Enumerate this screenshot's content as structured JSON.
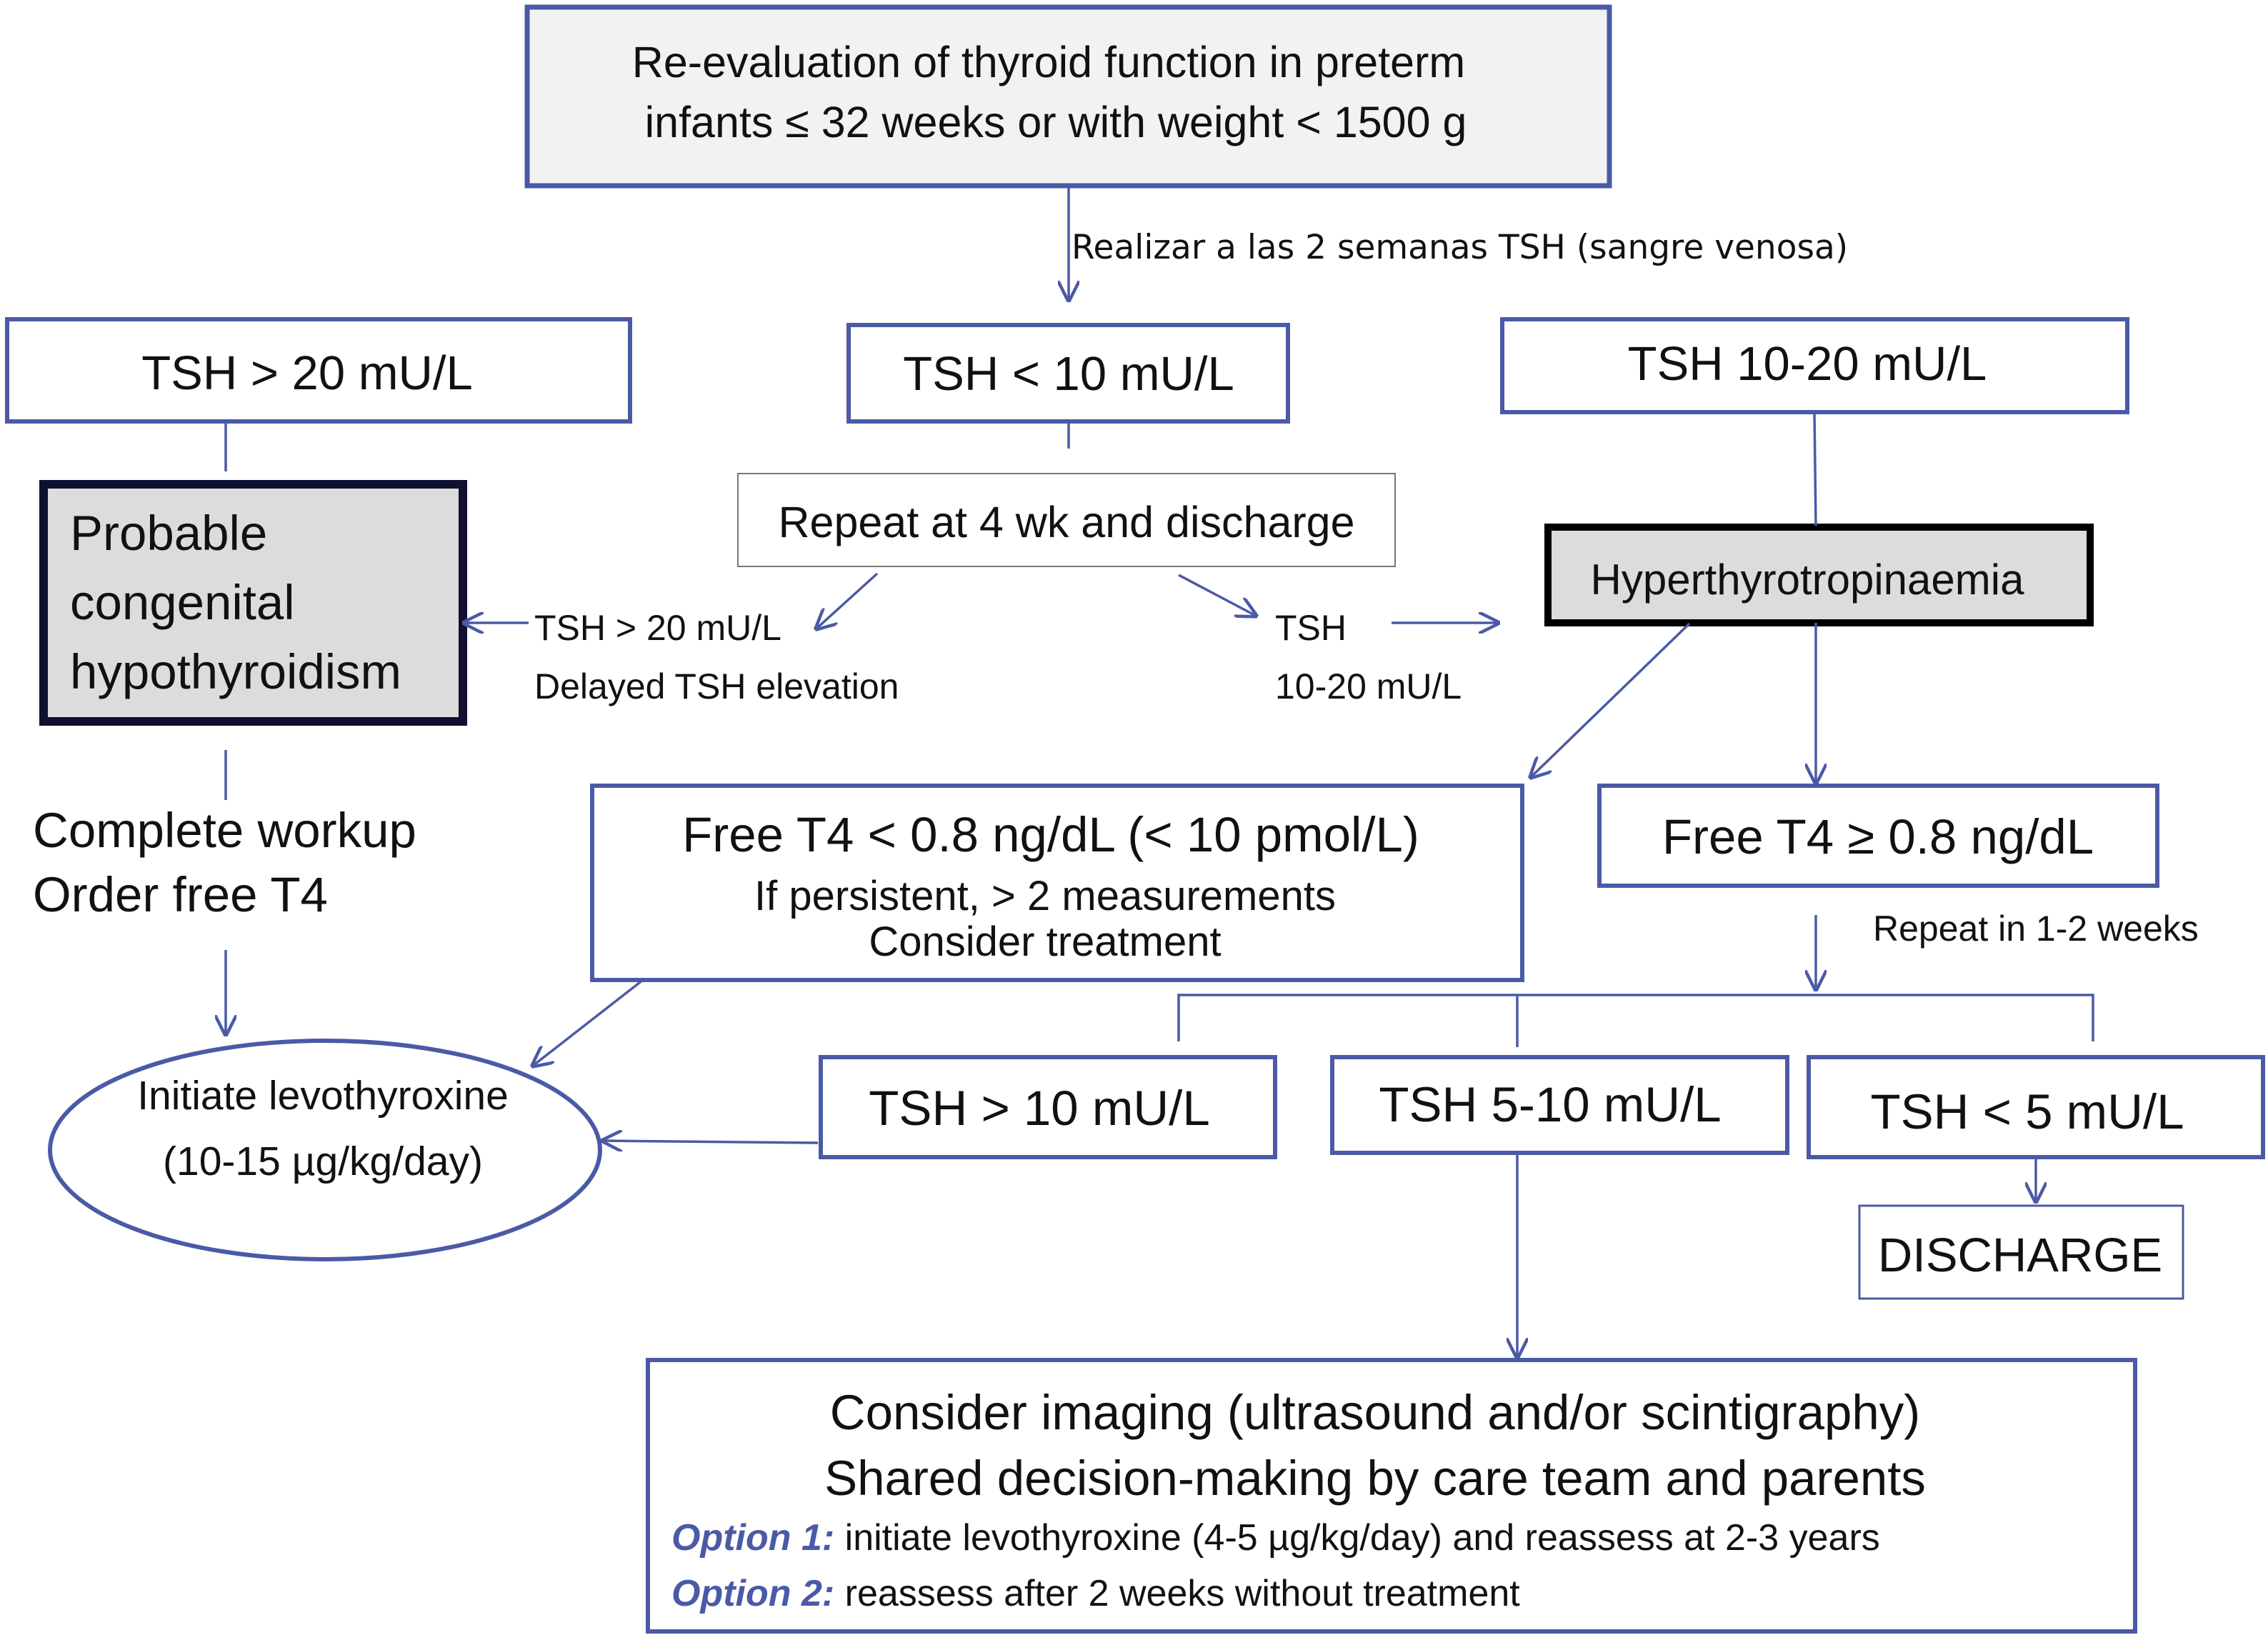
{
  "colors": {
    "line": "#4b5aa6",
    "box_border": "#4b5aa6",
    "dark_border": "#101030",
    "black_border": "#000000",
    "gray_fill": "#dcdcdc",
    "top_fill": "#f2f2f2",
    "option_text": "#4b5aa6"
  },
  "nodes": {
    "top": {
      "line1": "Re-evaluation of thyroid function in preterm",
      "line2": "infants ≤ 32 weeks or with weight < 1500 g"
    },
    "top_arrow_label": "Realizar  a las 2 semanas TSH  (sangre venosa)",
    "tsh_gt20": "TSH > 20 mU/L",
    "tsh_lt10": "TSH < 10 mU/L",
    "tsh_10_20": "TSH 10-20 mU/L",
    "probable_ch": {
      "line1": "Probable",
      "line2": "congenital",
      "line3": "hypothyroidism"
    },
    "repeat_4wk": "Repeat at 4 wk and discharge",
    "hyperthyro": "Hyperthyrotropinaemia",
    "delayed_label": {
      "line1": "TSH > 20 mU/L",
      "line2": "Delayed TSH elevation"
    },
    "tsh_mid_label": {
      "line1": "TSH",
      "line2": "10-20 mU/L"
    },
    "workup": {
      "line1": "Complete workup",
      "line2": "Order free T4"
    },
    "free_t4_low": {
      "line1": "Free T4 < 0.8 ng/dL (< 10 pmol/L)",
      "line2": "If persistent, > 2 measurements",
      "line3": "Consider treatment"
    },
    "free_t4_ok": "Free T4 ≥ 0.8 ng/dL",
    "repeat_1_2": "Repeat in 1-2 weeks",
    "initiate": {
      "line1": "Initiate levothyroxine",
      "line2": "(10-15 µg/kg/day)"
    },
    "tsh_gt10": "TSH > 10 mU/L",
    "tsh_5_10": "TSH  5-10 mU/L",
    "tsh_lt5": "TSH < 5 mU/L",
    "discharge": "DISCHARGE",
    "imaging": {
      "line1": "Consider imaging (ultrasound and/or scintigraphy)",
      "line2": "Shared decision-making by care team and parents",
      "opt1_label": "Option 1:",
      "opt1_text": " initiate levothyroxine (4-5 µg/kg/day) and reassess at 2-3 years",
      "opt2_label": "Option 2:",
      "opt2_text": " reassess after 2 weeks without treatment"
    }
  }
}
